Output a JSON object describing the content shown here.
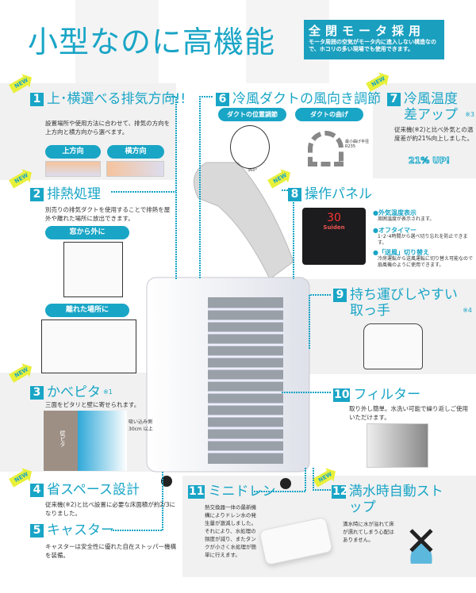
{
  "title": "小型なのに高機能",
  "motor_box": {
    "heading": "全閉モータ採用",
    "desc": "モータ周囲の空気がモータ内に進入しない構造なので、ホコリの多い現場でも使用できます。"
  },
  "new_badge": "NEW",
  "brand_color": "#19a5c6",
  "features": [
    {
      "num": "1",
      "title": "上･横選べる排気方向!!",
      "desc": "設置場所や使用方法に合わせて、排気の方向を上方向と横方向から選べます。",
      "pills": [
        "上方向",
        "横方向"
      ]
    },
    {
      "num": "2",
      "title": "排熱処理",
      "desc": "別売りの排気ダクトを使用することで排熱を屋外や離れた場所に放出できます。",
      "pills": [
        "窓から外に",
        "離れた場所に"
      ]
    },
    {
      "num": "3",
      "title": "かべピタ",
      "note": "※1",
      "desc": "三面をピタリと壁に寄せられます。",
      "image_labels": [
        "壁ピタ",
        "吸い込み側 30cm 以上"
      ]
    },
    {
      "num": "4",
      "title": "省スペース設計",
      "desc": "従来機(※2)と比べ設置に必要な床面積が約2/3になりました。"
    },
    {
      "num": "5",
      "title": "キャスター",
      "desc": "キャスターは安全性に優れた自在ストッパー機構を装備。"
    },
    {
      "num": "6",
      "title": "冷風ダクトの風向き調節",
      "pills": [
        "ダクトの位置調節",
        "ダクトの曲げ"
      ],
      "labels": [
        "360°",
        "最小曲げ半径 R235"
      ]
    },
    {
      "num": "7",
      "title": "冷風温度差アップ",
      "note": "※3",
      "desc": "従来機(※2)と比べ外気との温度差が約21%向上しました。",
      "badge": "21% UP!"
    },
    {
      "num": "8",
      "title": "操作パネル",
      "panel_display": "30",
      "panel_brand": "Suiden",
      "bullets": [
        {
          "title": "●外気温度表示",
          "desc": "周囲温度が表示されます。"
        },
        {
          "title": "●オフタイマー",
          "desc": "1･2･4時間から選べ切り忘れを防止できます。"
        },
        {
          "title": "●「送風」切り替え",
          "desc": "冷房運転から送風運転に切り替え可能なので扇風機のように使用できます。"
        }
      ]
    },
    {
      "num": "9",
      "title": "持ち運びしやすい取っ手",
      "note": "※4"
    },
    {
      "num": "10",
      "title": "フィルター",
      "desc": "取り外し簡単。水洗い可能で繰り返しご使用いただけます。"
    },
    {
      "num": "11",
      "title": "ミニドレン",
      "desc": "熱交換器一体の最新機構によりドレン水の発生量が激減しました。それにより、水処理の頻度が減り、またタンクが小さく水処理が簡単に行えます。"
    },
    {
      "num": "12",
      "title": "満水時自動ストップ",
      "desc": "満水時に水が溢れて床が濡れてしまう心配はありません。"
    }
  ]
}
